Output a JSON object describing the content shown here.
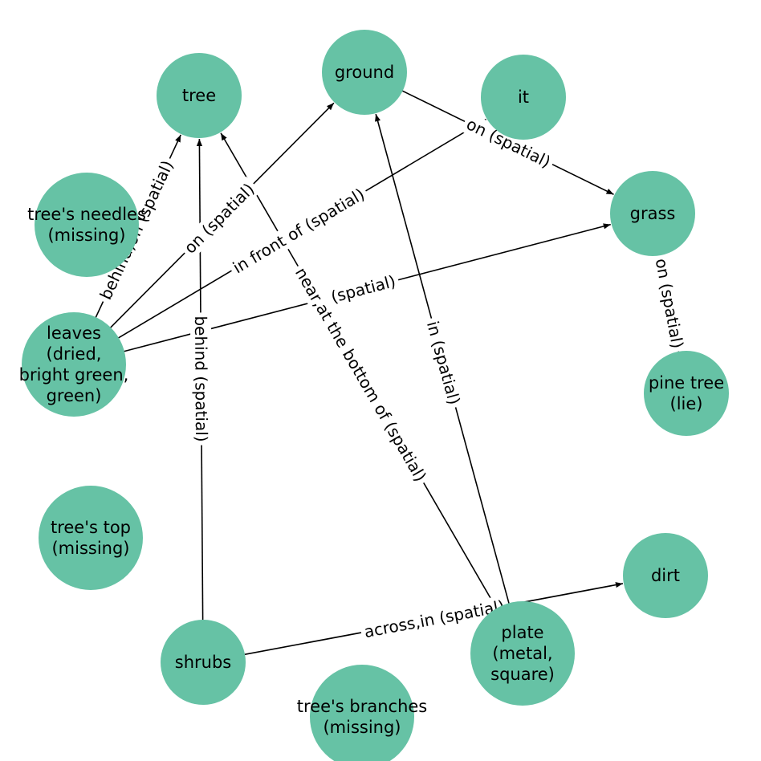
{
  "graph": {
    "node_color": "#66c2a5",
    "edge_color": "#000000",
    "nodes": [
      {
        "id": "tree",
        "label": "tree"
      },
      {
        "id": "ground",
        "label": "ground"
      },
      {
        "id": "it",
        "label": "it"
      },
      {
        "id": "grass",
        "label": "grass"
      },
      {
        "id": "needles",
        "label": "tree's needles\n(missing)"
      },
      {
        "id": "leaves",
        "label": "leaves\n(dried,\nbright green,\ngreen)"
      },
      {
        "id": "pine",
        "label": "pine tree\n(lie)"
      },
      {
        "id": "top",
        "label": "tree's top\n(missing)"
      },
      {
        "id": "shrubs",
        "label": "shrubs"
      },
      {
        "id": "branches",
        "label": "tree's branches\n(missing)"
      },
      {
        "id": "plate",
        "label": "plate\n(metal,\nsquare)"
      },
      {
        "id": "dirt",
        "label": "dirt"
      }
    ],
    "edges": [
      {
        "source": "leaves",
        "target": "tree",
        "label": "behind,on (spatial)"
      },
      {
        "source": "leaves",
        "target": "ground",
        "label": "on (spatial)"
      },
      {
        "source": "leaves",
        "target": "it",
        "label": "in front of (spatial)"
      },
      {
        "source": "leaves",
        "target": "grass",
        "label": "(spatial)"
      },
      {
        "source": "shrubs",
        "target": "tree",
        "label": "behind (spatial)"
      },
      {
        "source": "plate",
        "target": "tree",
        "label": "near,at the bottom of (spatial)"
      },
      {
        "source": "plate",
        "target": "ground",
        "label": "in (spatial)"
      },
      {
        "source": "ground",
        "target": "grass",
        "label": "on (spatial)"
      },
      {
        "source": "pine",
        "target": "grass",
        "label": "on (spatial)"
      },
      {
        "source": "shrubs",
        "target": "dirt",
        "label": "across,in (spatial)"
      }
    ]
  }
}
